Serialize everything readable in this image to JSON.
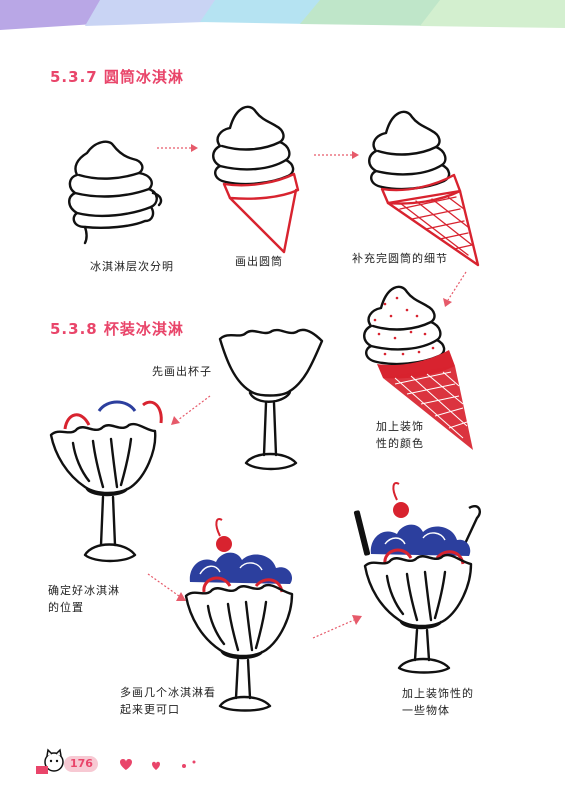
{
  "section1": {
    "title": "5.3.7 圆筒冰淇淋",
    "captions": [
      "冰淇淋层次分明",
      "画出圆筒",
      "补充完圆筒的细节",
      "加上装饰",
      "性的颜色"
    ]
  },
  "section2": {
    "title": "5.3.8 杯装冰淇淋",
    "captions": [
      "先画出杯子",
      "确定好冰淇淋",
      "的位置",
      "多画几个冰淇淋看",
      "起来更可口",
      "加上装饰性的",
      "一些物体"
    ]
  },
  "footer": {
    "page_number": "176"
  },
  "colors": {
    "accent": "#e9456a",
    "red": "#d8232f",
    "blue": "#2c3f9e"
  }
}
